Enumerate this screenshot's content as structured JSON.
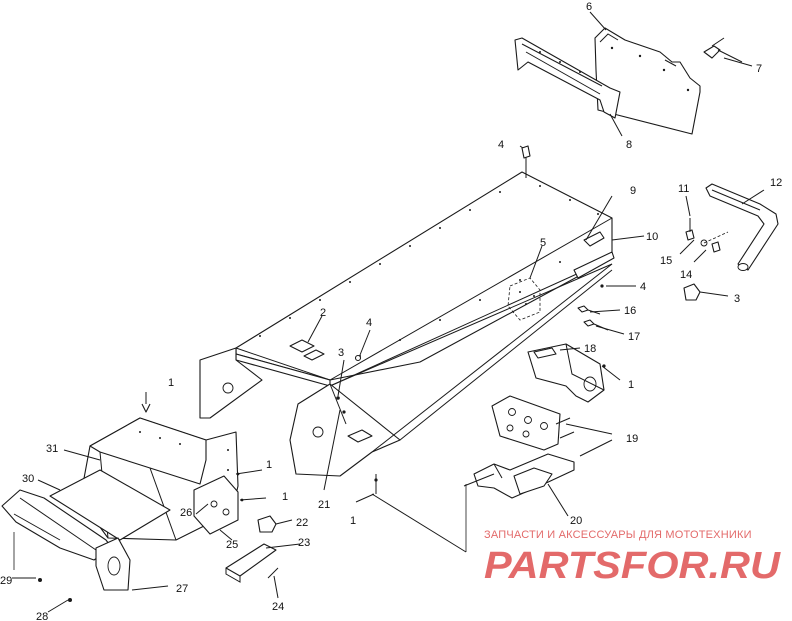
{
  "callouts": [
    {
      "id": "c1a",
      "label": "1"
    },
    {
      "id": "c1b",
      "label": "1"
    },
    {
      "id": "c1c",
      "label": "1"
    },
    {
      "id": "c1d",
      "label": "1"
    },
    {
      "id": "c1e",
      "label": "1"
    },
    {
      "id": "c2",
      "label": "2"
    },
    {
      "id": "c3a",
      "label": "3"
    },
    {
      "id": "c3b",
      "label": "3"
    },
    {
      "id": "c4a",
      "label": "4"
    },
    {
      "id": "c4b",
      "label": "4"
    },
    {
      "id": "c4c",
      "label": "4"
    },
    {
      "id": "c5",
      "label": "5"
    },
    {
      "id": "c6",
      "label": "6"
    },
    {
      "id": "c7",
      "label": "7"
    },
    {
      "id": "c8",
      "label": "8"
    },
    {
      "id": "c9",
      "label": "9"
    },
    {
      "id": "c10",
      "label": "10"
    },
    {
      "id": "c11",
      "label": "11"
    },
    {
      "id": "c12",
      "label": "12"
    },
    {
      "id": "c14",
      "label": "14"
    },
    {
      "id": "c15",
      "label": "15"
    },
    {
      "id": "c16",
      "label": "16"
    },
    {
      "id": "c17",
      "label": "17"
    },
    {
      "id": "c18",
      "label": "18"
    },
    {
      "id": "c19",
      "label": "19"
    },
    {
      "id": "c20",
      "label": "20"
    },
    {
      "id": "c21",
      "label": "21"
    },
    {
      "id": "c22",
      "label": "22"
    },
    {
      "id": "c23",
      "label": "23"
    },
    {
      "id": "c24",
      "label": "24"
    },
    {
      "id": "c25",
      "label": "25"
    },
    {
      "id": "c26",
      "label": "26"
    },
    {
      "id": "c27",
      "label": "27"
    },
    {
      "id": "c28",
      "label": "28"
    },
    {
      "id": "c29",
      "label": "29"
    },
    {
      "id": "c30",
      "label": "30"
    },
    {
      "id": "c31",
      "label": "31"
    }
  ],
  "watermark": {
    "tagline": "ЗАПЧАСТИ И АКСЕССУАРЫ ДЛЯ МОТОТЕХНИКИ",
    "logo": "PARTSFOR.RU"
  },
  "colors": {
    "ink": "#1a1a1a",
    "watermark": "#e05a5a",
    "background": "#ffffff"
  }
}
